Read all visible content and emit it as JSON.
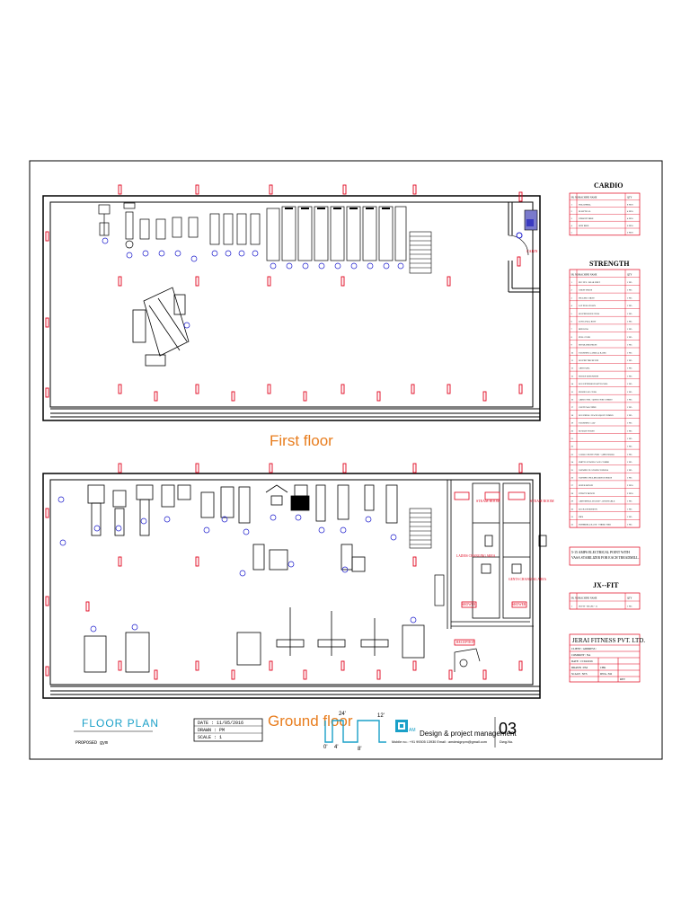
{
  "labels": {
    "first_floor": "First floor",
    "ground_floor": "Ground floor",
    "floor_plan": "FLOOR PLAN",
    "proposed": "PROPOSED gym",
    "cabin": "CABIN",
    "steam_room": "STEAM ROOM",
    "steam_room_2": "STEAM ROOM",
    "ladies_changing": "LADIES CHANGING AREA",
    "gents_changing": "GENTS CHANGING AREA",
    "shower_1": "SHOWER",
    "shower_2": "SHOWER",
    "reception": "RECEPTION"
  },
  "cardio": {
    "title": "CARDIO",
    "headers": [
      "SR. NO",
      "MACHINE NAME",
      "QTY"
    ],
    "rows": [
      [
        "1",
        "TREADMILL",
        "8 NOS"
      ],
      [
        "2",
        "ELLIPTICAL",
        "4 NOS"
      ],
      [
        "3",
        "UPRIGHT BIKE",
        "4 NOS"
      ],
      [
        "4",
        "SPIN BIKE",
        "6 NOS"
      ],
      [
        "5",
        "",
        "2 NOS"
      ]
    ]
  },
  "strength": {
    "title": "STRENGTH",
    "headers": [
      "SR. NO",
      "MACHINE NAME",
      "QTY"
    ],
    "rows": [
      [
        "1",
        "PEC FLY / REAR DELT",
        "1 NO."
      ],
      [
        "2",
        "CHEST PRESS",
        "1 NO."
      ],
      [
        "3",
        "INCLINE CHEST",
        "1 NO."
      ],
      [
        "4",
        "LAT PULL DOWN",
        "1 NO."
      ],
      [
        "5",
        "SEATED BICEP CURL",
        "1 NO."
      ],
      [
        "6",
        "LONG PULL ROW",
        "1 NO."
      ],
      [
        "7",
        "MID ROW",
        "1 NO."
      ],
      [
        "8",
        "PULL OVER",
        "1 NO."
      ],
      [
        "9",
        "SHOULDER PRESS",
        "1 NO."
      ],
      [
        "10",
        "STANDING LATERAL RAISE",
        "1 NO."
      ],
      [
        "11",
        "SEATED TRICEP DIP",
        "1 NO."
      ],
      [
        "12",
        "ARM CURL",
        "1 NO."
      ],
      [
        "13",
        "TRICEP EXTENSION",
        "1 NO."
      ],
      [
        "14",
        "LEG EXTENSION WITH CURL",
        "1 NO."
      ],
      [
        "15",
        "PRONE LEG CURL",
        "1 NO."
      ],
      [
        "16",
        "ABDUCTOR / ADDUCTOR COMBO",
        "1 NO."
      ],
      [
        "17",
        "GLUTE MACHINE",
        "1 NO."
      ],
      [
        "18",
        "LEG PRESS / HACK SQUAT COMBO",
        "1 NO."
      ],
      [
        "19",
        "STANDING CALF",
        "1 NO."
      ],
      [
        "20",
        "ROTARY TORSO",
        "1 NO."
      ],
      [
        "21",
        "",
        "1 NO."
      ],
      [
        "22",
        "",
        "1 NO."
      ],
      [
        "23",
        "CABLE CROSS OVER - ADJUSTABLE",
        "1 NO."
      ],
      [
        "24",
        "SMITH / POWER CAGE COMBO",
        "1 NO."
      ],
      [
        "25",
        "OLYMPIC FLAT BENCH PRESS",
        "1 NO."
      ],
      [
        "26",
        "OLYMPIC INCLINE BENCH PRESS",
        "1 NO."
      ],
      [
        "27",
        "SUPER BENCH",
        "2 NOS"
      ],
      [
        "28",
        "UTILITY BENCH",
        "2 NOS"
      ],
      [
        "29",
        "ABDOMINAL BOARD - ADJUSTABLE",
        "1 NO."
      ],
      [
        "30",
        "BACK EXTENSION",
        "1 NO."
      ],
      [
        "31",
        "DIPS",
        "1 NO."
      ],
      [
        "32",
        "DUMBBELL RACK - THREE TIER",
        "1 NO."
      ]
    ],
    "note": "5-15 AMPS ELECTRICAL POINT WITH VASA STABILIZER FOR EACH TREADMILL."
  },
  "jx_fit": {
    "title": "JX--FIT",
    "headers": [
      "SR. NO",
      "MACHINE NAME",
      "QTY"
    ],
    "rows": [
      [
        "1",
        "JX-FIT - SHAPE - 15",
        "1 NO."
      ]
    ]
  },
  "company": {
    "name": "JERAI FITNESS PVT. LTD.",
    "client": "CLIENT / ADDRESS :",
    "company": "COMPANY : NA",
    "date": "DATE : 15/04/2016",
    "drawn": "DRAWN : PM",
    "check": "CHK",
    "scale": "SCALE : NTS",
    "dwg": "DWG. NO",
    "rev": "REV"
  },
  "title_block": {
    "date": "DATE : 11/05/2016",
    "drawn": "DRAWN : PM",
    "scale": "SCALE : 1",
    "company": "Design & project management",
    "logo": "AM",
    "contact": "Mobile no.: +91 99305 13930 Email : amdesignpm@gmail.com",
    "sheet": "03",
    "dwg": "Dwg.No."
  },
  "scale_bar": {
    "labels": [
      "0'",
      "4'",
      "8'",
      "12'",
      "24'"
    ]
  },
  "colors": {
    "line": "#000000",
    "red": "#e0001a",
    "blue": "#1a1acc",
    "orange": "#e87d1e",
    "teal": "#1aa0c8"
  }
}
